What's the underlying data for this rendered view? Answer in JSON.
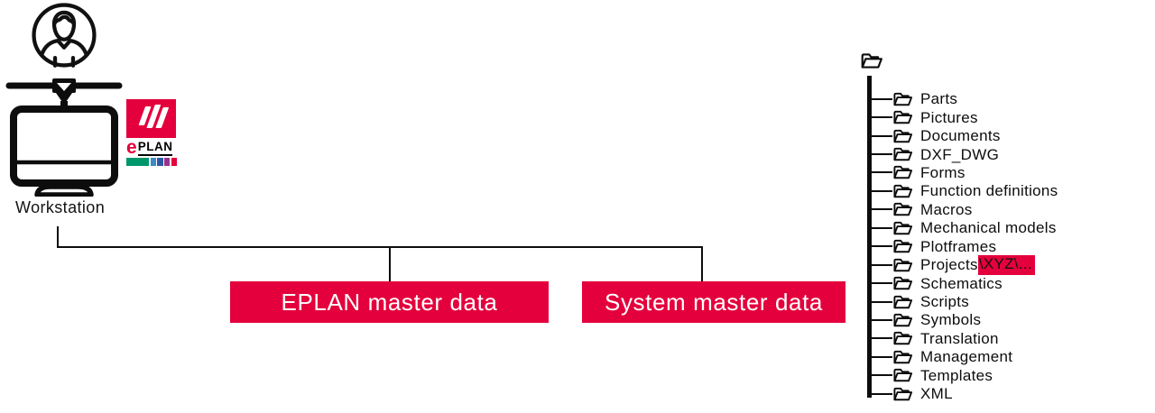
{
  "workstation": {
    "label": "Workstation"
  },
  "logo": {
    "e": "e",
    "plan": "PLAN",
    "bar_colors": [
      "#00966B",
      "#3E87C8",
      "#2E58A5",
      "#97338F",
      "#E4003C"
    ]
  },
  "boxes": [
    {
      "label": "EPLAN master data"
    },
    {
      "label": "System master data"
    }
  ],
  "tree": {
    "items": [
      {
        "label": "Parts"
      },
      {
        "label": "Pictures"
      },
      {
        "label": "Documents"
      },
      {
        "label": "DXF_DWG"
      },
      {
        "label": "Forms"
      },
      {
        "label": "Function definitions"
      },
      {
        "label": "Macros"
      },
      {
        "label": "Mechanical models"
      },
      {
        "label": "Plotframes"
      },
      {
        "label": "Projects",
        "highlight": "\\XYZ\\..."
      },
      {
        "label": "Schematics"
      },
      {
        "label": "Scripts"
      },
      {
        "label": "Symbols"
      },
      {
        "label": "Translation"
      },
      {
        "label": "Management"
      },
      {
        "label": "Templates"
      },
      {
        "label": "XML"
      }
    ]
  },
  "icons": {
    "user-avatar-icon": "person inside circle",
    "monitor-icon": "desktop monitor on mount",
    "eplan-logo-slashes-icon": "red square with three white slashes",
    "folder-icon": "open folder outline"
  },
  "colors": {
    "accent": "#E4003C",
    "line": "#000000",
    "background": "#FFFFFF"
  }
}
